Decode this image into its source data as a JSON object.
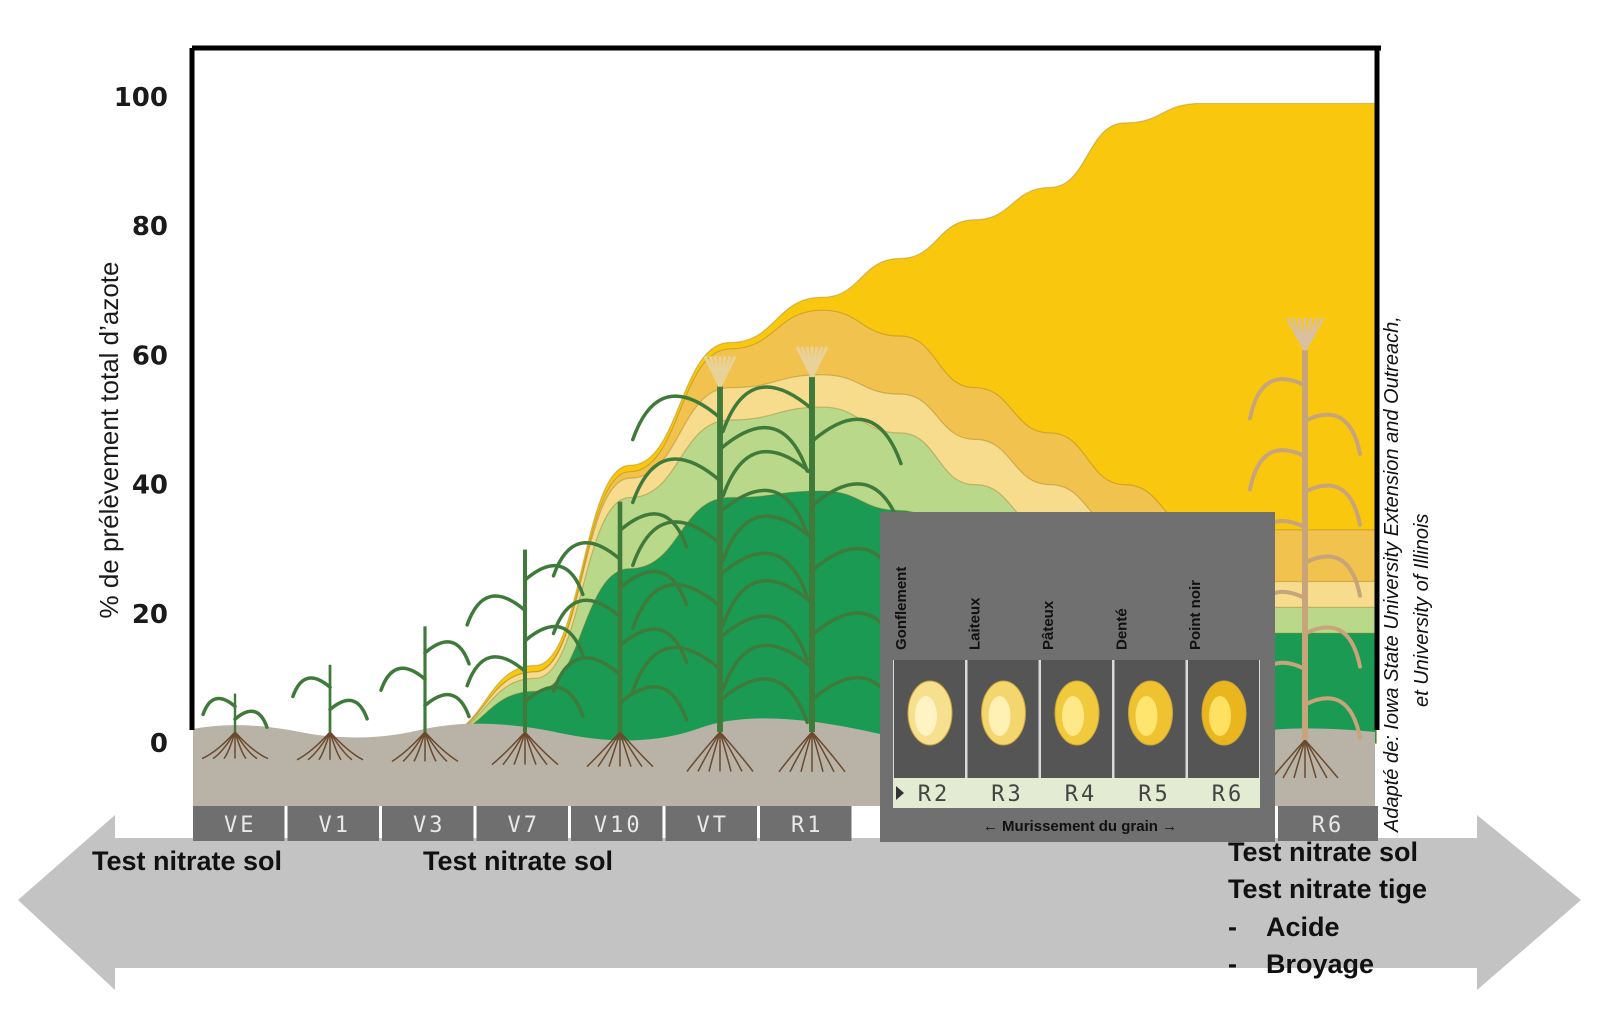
{
  "chart_data": {
    "type": "area",
    "ylabel": "% de prélèvement total d’azote",
    "ylim": [
      0,
      100
    ],
    "yticks": [
      "100",
      "80",
      "60",
      "40",
      "20",
      "0"
    ],
    "x_stages": [
      "VE",
      "V1",
      "V3",
      "V7",
      "V10",
      "VT",
      "R1",
      "R2",
      "R3",
      "R4",
      "R5",
      "R6",
      "R6"
    ],
    "series": [
      {
        "x": [
          "VE",
          "V1",
          "V3",
          "V7",
          "V10",
          "VT",
          "R1",
          "R2",
          "R3",
          "R4",
          "R5",
          "R6"
        ],
        "values": [
          0,
          0,
          1,
          8,
          27,
          38,
          39,
          36,
          30,
          25,
          20,
          17
        ],
        "color": "#1a9a52"
      },
      {
        "x": [
          "VE",
          "V1",
          "V3",
          "V7",
          "V10",
          "VT",
          "R1",
          "R2",
          "R3",
          "R4",
          "R5",
          "R6"
        ],
        "values": [
          0,
          0,
          1,
          10,
          38,
          50,
          52,
          48,
          40,
          33,
          27,
          21
        ],
        "color": "#b9d88a"
      },
      {
        "x": [
          "VE",
          "V1",
          "V3",
          "V7",
          "V10",
          "VT",
          "R1",
          "R2",
          "R3",
          "R4",
          "R5",
          "R6"
        ],
        "values": [
          0,
          0,
          1,
          11,
          41,
          55,
          57,
          54,
          47,
          40,
          33,
          25
        ],
        "color": "#f6dc8c"
      },
      {
        "x": [
          "VE",
          "V1",
          "V3",
          "V7",
          "V10",
          "VT",
          "R1",
          "R2",
          "R3",
          "R4",
          "R5",
          "R6"
        ],
        "values": [
          0,
          0,
          1,
          11,
          42,
          61,
          67,
          63,
          55,
          48,
          40,
          33
        ],
        "color": "#f2c24e"
      },
      {
        "x": [
          "VE",
          "V1",
          "V3",
          "V7",
          "V10",
          "VT",
          "R1",
          "R2",
          "R3",
          "R4",
          "R5",
          "R6"
        ],
        "values": [
          0,
          0,
          1,
          12,
          43,
          62,
          69,
          75,
          81,
          86,
          96,
          99
        ],
        "color": "#f9c80e"
      }
    ],
    "grain_stages": [
      {
        "name": "Gonflement",
        "stage": "R2"
      },
      {
        "name": "Laiteux",
        "stage": "R3"
      },
      {
        "name": "Pâteux",
        "stage": "R4"
      },
      {
        "name": "Denté",
        "stage": "R5"
      },
      {
        "name": "Point noir",
        "stage": "R6"
      }
    ],
    "grain_caption": "← Murissement du grain →",
    "credit_line1": "Adapté de: Iowa State University Extension and Outreach,",
    "credit_line2": "et  University of Illinois"
  },
  "tests": {
    "left": "Test nitrate sol",
    "middle": "Test nitrate sol",
    "right": [
      "Test nitrate sol",
      "Test nitrate tige"
    ],
    "right_bullets": [
      "Acide",
      "Broyage"
    ],
    "bullet_char": "-"
  },
  "colors": {
    "arrow": "#c3c3c3",
    "soil": "#b8b3a6",
    "stage_bar": "#6f6f6f",
    "grain_panel": "#707070",
    "plant": "#3f7a3a",
    "dry_plant": "#c7a47a"
  }
}
